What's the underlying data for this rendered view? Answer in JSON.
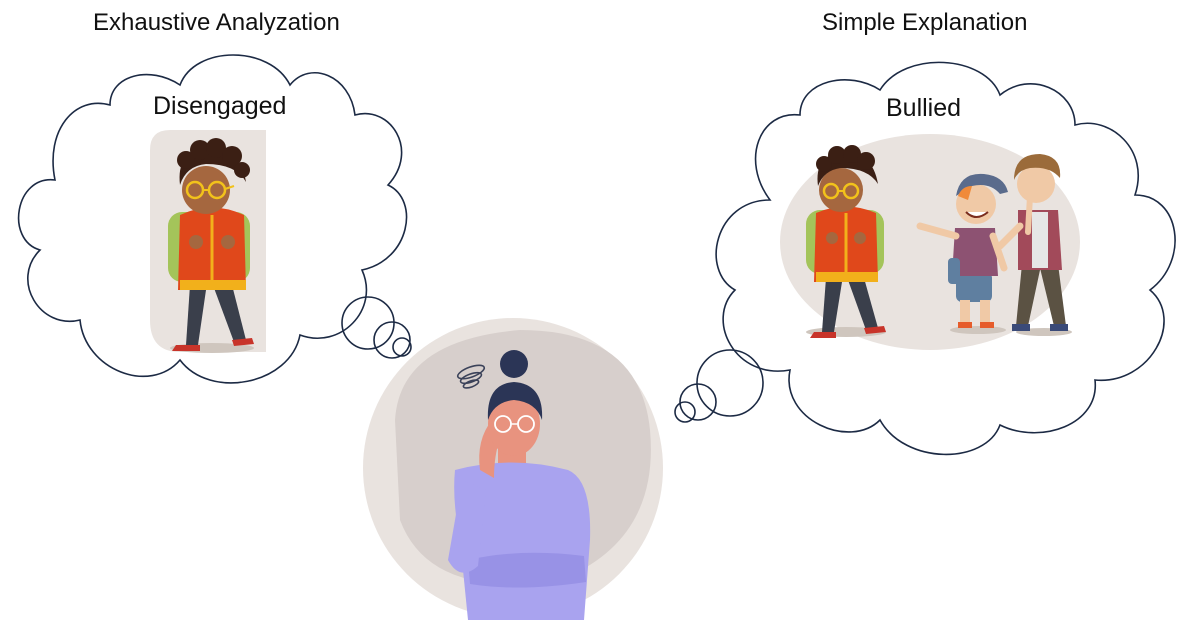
{
  "left": {
    "heading": "Exhaustive Analyzation",
    "cloud_label": "Disengaged"
  },
  "right": {
    "heading": "Simple Explanation",
    "cloud_label": "Bullied"
  },
  "colors": {
    "cloud_stroke": "#1c2a44",
    "blob_bg": "#e9e3df",
    "teacher_sweater": "#a9a3ef",
    "teacher_skin": "#e8937f",
    "teacher_hair": "#2b3556",
    "boy_skin": "#a5673f",
    "boy_jacket": "#e0481b",
    "boy_backpack": "#a4c45a",
    "boy_pants": "#3a3f4b",
    "glasses": "#f2c21b"
  }
}
